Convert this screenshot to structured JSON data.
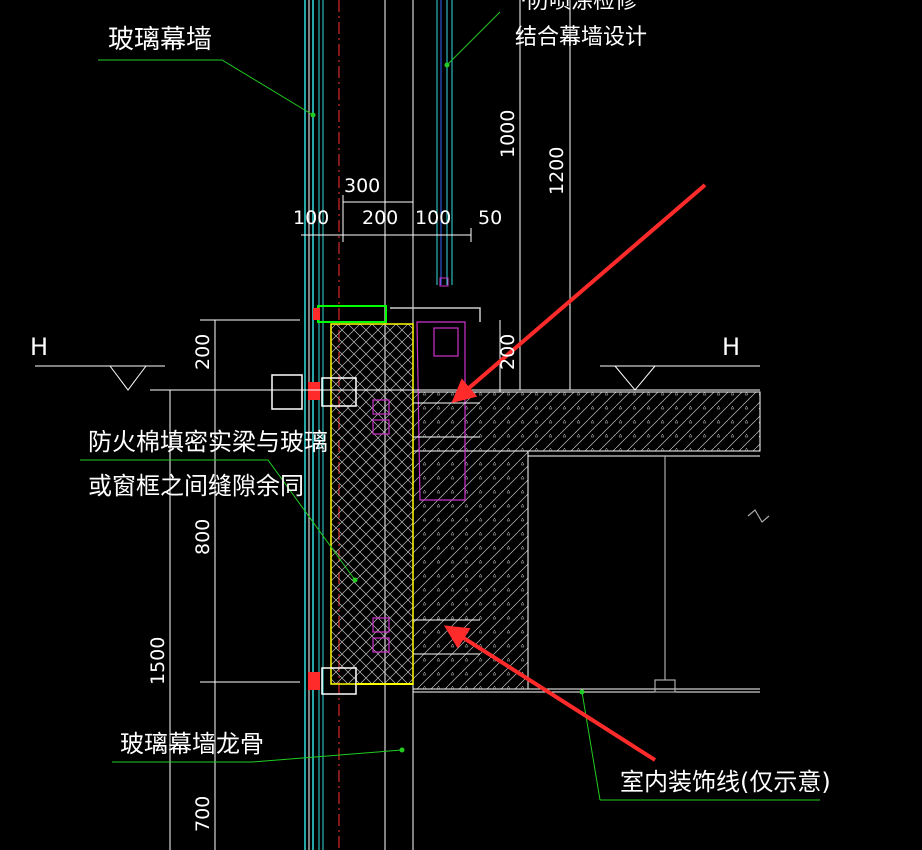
{
  "labels": {
    "glass_curtain_wall": "玻璃幕墙",
    "top_note_partial": "·防喷涂检修",
    "top_note_line2": "结合幕墙设计",
    "fire_note_line1": "防火棉填密实梁与玻璃",
    "fire_note_line2": "或窗框之间缝隙余同",
    "mullion": "玻璃幕墙龙骨",
    "interior_trim": "室内装饰线(仅示意)",
    "level_left": "H",
    "level_right": "H"
  },
  "dimensions": {
    "d300": "300",
    "d100_left": "100",
    "d200_mid": "200",
    "d100_right": "100",
    "d50": "50",
    "d1000": "1000",
    "d1200": "1200",
    "d200_left": "200",
    "d200_right": "200",
    "d800": "800",
    "d1500": "1500",
    "d700": "700"
  },
  "colors": {
    "background": "#000000",
    "annotation_text": "#ffffff",
    "leader": "#22cc22",
    "glass_line": "#33dddd",
    "concrete_outline": "#ffffff",
    "hatch": "#cfcfcf",
    "arrow": "#ff2a2a",
    "frame_yellow": "#ffff00",
    "bracket_magenta": "#cc33cc",
    "axis_red": "#ff3030",
    "extra_green": "#00ff00"
  }
}
